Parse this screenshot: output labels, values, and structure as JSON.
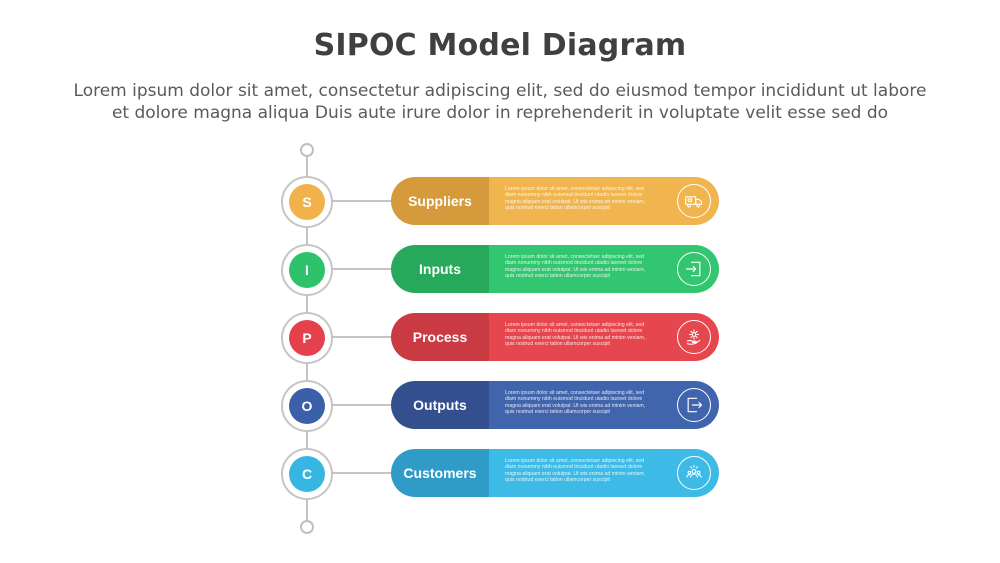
{
  "title": "SIPOC Model Diagram",
  "subtitle_line1": "Lorem ipsum dolor sit amet, consectetur adipiscing elit, sed do eiusmod tempor incididunt ut labore",
  "subtitle_line2": "et dolore magna aliqua Duis aute irure dolor in reprehenderit in voluptate velit esse sed do",
  "steps": [
    {
      "letter": "S",
      "label": "Suppliers",
      "icon": "delivery-truck-icon",
      "circle_color": "#f1b14b",
      "label_color": "#d49a3c",
      "body_color": "#f0b54e",
      "text": "Lorem ipsum dolor sit amet, consectetuer adipiscing elit, sed diam nonummy nibh euismod tincidunt utadio laoreet dolore magna aliquam erat volutpat. Ut wis enima ad minim veniam, quis nostrud exerci tation ullamcorper suscipit"
    },
    {
      "letter": "I",
      "label": "Inputs",
      "icon": "input-arrow-icon",
      "circle_color": "#2ec36a",
      "label_color": "#27a95b",
      "body_color": "#33c670",
      "text": "Lorem ipsum dolor sit amet, consectetuer adipiscing elit, sed diam nonummy nibh euismod tincidunt utadio laoreet dolore magna aliquam erat volutpat. Ut wis enima ad minim veniam, quis nostrud exerci tation ullamcorper suscipit"
    },
    {
      "letter": "P",
      "label": "Process",
      "icon": "gear-hand-icon",
      "circle_color": "#e5414c",
      "label_color": "#c93a43",
      "body_color": "#e6474f",
      "text": "Lorem ipsum dolor sit amet, consectetuer adipiscing elit, sed diam nonummy nibh euismod tincidunt utadio laoreet dolore magna aliquam erat volutpat. Ut wis enima ad minim veniam, quis nostrud exerci tation ullamcorper suscipit"
    },
    {
      "letter": "O",
      "label": "Outputs",
      "icon": "output-arrow-icon",
      "circle_color": "#3b5fa9",
      "label_color": "#334f8e",
      "body_color": "#4165ad",
      "text": "Lorem ipsum dolor sit amet, consectetuer adipiscing elit, sed diam nonummy nibh euismod tincidunt utadio laoreet dolore magna aliquam erat volutpat. Ut wis enima ad minim veniam, quis nostrud exerci tation ullamcorper suscipit"
    },
    {
      "letter": "C",
      "label": "Customers",
      "icon": "people-group-icon",
      "circle_color": "#37b6e3",
      "label_color": "#2f9cc8",
      "body_color": "#3dbbe6",
      "text": "Lorem ipsum dolor sit amet, consectetuer adipiscing elit, sed diam nonummy nibh euismod tincidunt utadio laoreet dolore magna aliquam erat volutpat. Ut wis enima ad minim veniam, quis nostrud exerci tation ullamcorper suscipit"
    }
  ]
}
